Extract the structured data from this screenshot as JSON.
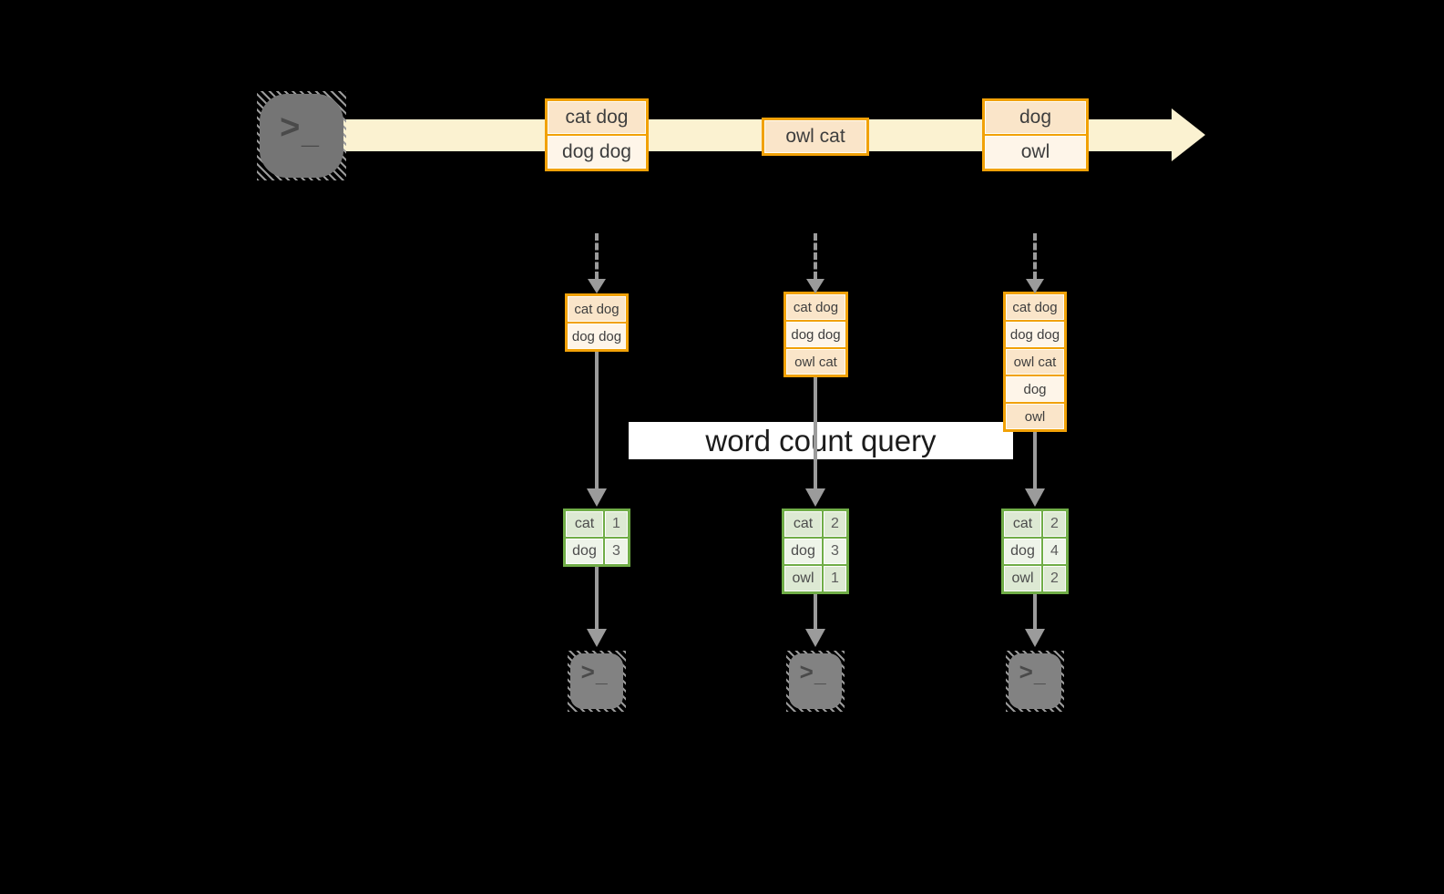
{
  "query_label": "word count query",
  "palette": {
    "background": "#000000",
    "stream_band": "#FBF2D1",
    "amber_border": "#F1A107",
    "peach_fill": "#FAE5C9",
    "cream_fill": "#FEF5E9",
    "green_border": "#70AD47",
    "green_cell_dark": "#DDE9D3",
    "green_cell_light": "#EEF4E9",
    "arrow_gray": "#9B9B9B",
    "terminal_gray": "#757575",
    "banner_bg": "#FFFFFF"
  },
  "icons": {
    "terminal": "terminal-icon",
    "prompt_chevron": ">",
    "prompt_underscore": "_"
  },
  "stream_batches": [
    {
      "rows": [
        "cat dog",
        "dog dog"
      ]
    },
    {
      "rows": [
        "owl cat"
      ]
    },
    {
      "rows": [
        "dog",
        "owl"
      ]
    }
  ],
  "columns": [
    {
      "input_rows": [
        "cat dog",
        "dog dog"
      ],
      "counts": [
        {
          "word": "cat",
          "count": "1"
        },
        {
          "word": "dog",
          "count": "3"
        }
      ]
    },
    {
      "input_rows": [
        "cat dog",
        "dog dog",
        "owl cat"
      ],
      "counts": [
        {
          "word": "cat",
          "count": "2"
        },
        {
          "word": "dog",
          "count": "3"
        },
        {
          "word": "owl",
          "count": "1"
        }
      ]
    },
    {
      "input_rows": [
        "cat dog",
        "dog dog",
        "owl cat",
        "dog",
        "owl"
      ],
      "counts": [
        {
          "word": "cat",
          "count": "2"
        },
        {
          "word": "dog",
          "count": "4"
        },
        {
          "word": "owl",
          "count": "2"
        }
      ]
    }
  ]
}
